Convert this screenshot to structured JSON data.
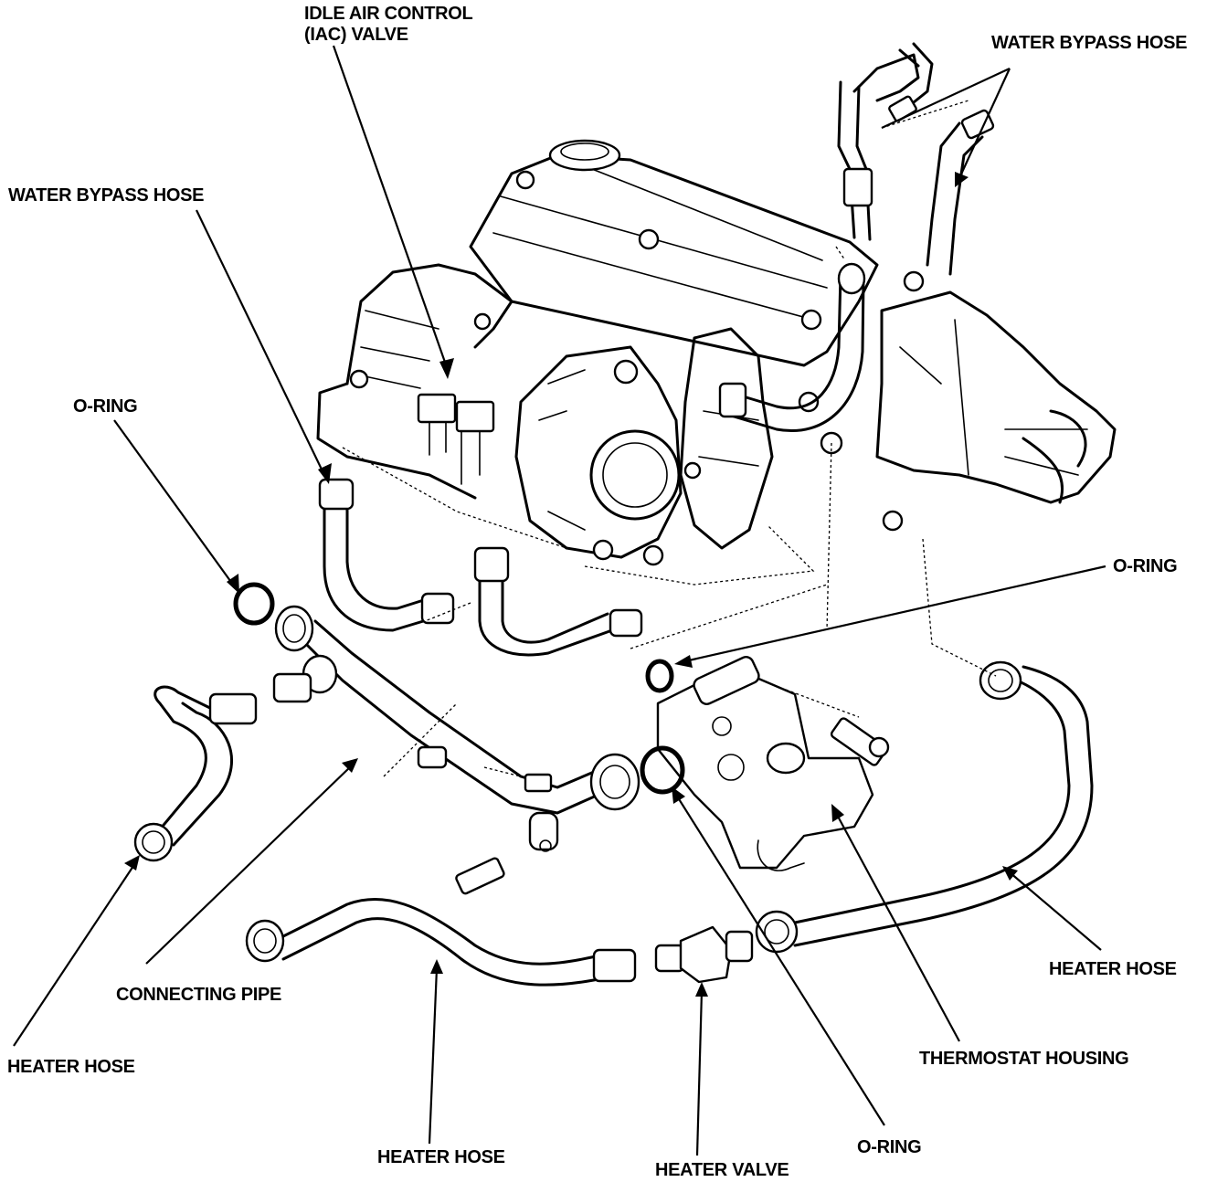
{
  "labels": {
    "iac_line1": "IDLE AIR CONTROL",
    "iac_line2": "(IAC) VALVE",
    "water_bypass_hose_left": "WATER BYPASS HOSE",
    "water_bypass_hose_right": "WATER BYPASS HOSE",
    "o_ring_left": "O-RING",
    "o_ring_right": "O-RING",
    "o_ring_bottom": "O-RING",
    "connecting_pipe": "CONNECTING PIPE",
    "heater_hose_left": "HEATER HOSE",
    "heater_hose_bottom": "HEATER HOSE",
    "heater_hose_right": "HEATER HOSE",
    "heater_valve": "HEATER VALVE",
    "thermostat_housing": "THERMOSTAT HOUSING"
  }
}
